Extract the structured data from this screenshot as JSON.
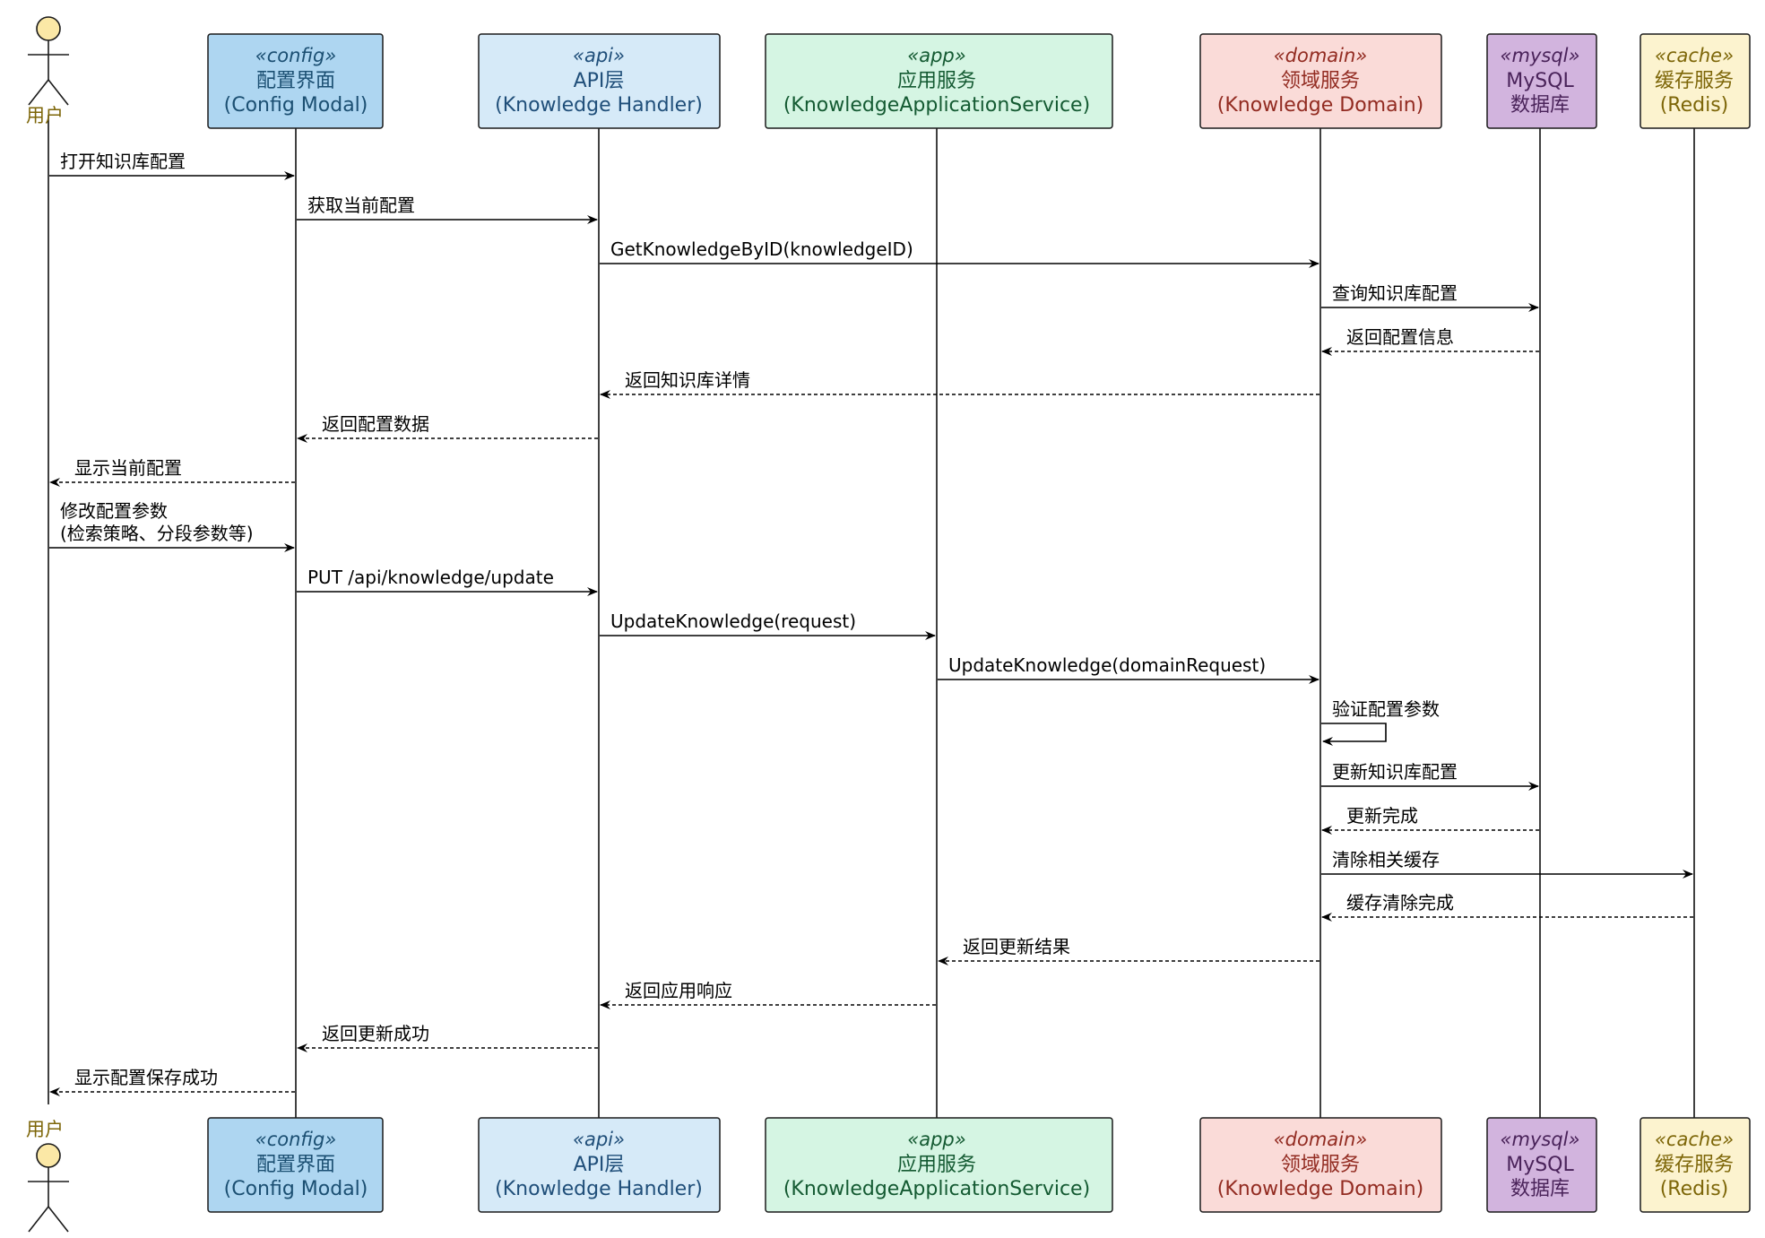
{
  "actor": {
    "label": "用户"
  },
  "participants": [
    {
      "id": "config",
      "stereotype": "«config»",
      "line1": "配置界面",
      "line2": "(Config Modal)",
      "fill": "#aed6f1",
      "text": "#1b4f72"
    },
    {
      "id": "api",
      "stereotype": "«api»",
      "line1": "API层",
      "line2": "(Knowledge Handler)",
      "fill": "#d6eaf8",
      "text": "#1f4e79"
    },
    {
      "id": "app",
      "stereotype": "«app»",
      "line1": "应用服务",
      "line2": "(KnowledgeApplicationService)",
      "fill": "#d5f5e3",
      "text": "#145a32"
    },
    {
      "id": "domain",
      "stereotype": "«domain»",
      "line1": "领域服务",
      "line2": "(Knowledge Domain)",
      "fill": "#fadbd8",
      "text": "#922b21"
    },
    {
      "id": "mysql",
      "stereotype": "«mysql»",
      "line1": "MySQL",
      "line2": "数据库",
      "fill": "#d2b4de",
      "text": "#4a235a"
    },
    {
      "id": "cache",
      "stereotype": "«cache»",
      "line1": "缓存服务",
      "line2": "(Redis)",
      "fill": "#fcf3cf",
      "text": "#7d6608"
    }
  ],
  "messages": [
    {
      "from": "user",
      "to": "config",
      "lines": [
        "打开知识库配置"
      ],
      "dashed": false
    },
    {
      "from": "config",
      "to": "api",
      "lines": [
        "获取当前配置"
      ],
      "dashed": false
    },
    {
      "from": "api",
      "to": "domain",
      "lines": [
        "GetKnowledgeByID(knowledgeID)"
      ],
      "dashed": false
    },
    {
      "from": "domain",
      "to": "mysql",
      "lines": [
        "查询知识库配置"
      ],
      "dashed": false
    },
    {
      "from": "mysql",
      "to": "domain",
      "lines": [
        "返回配置信息"
      ],
      "dashed": true
    },
    {
      "from": "domain",
      "to": "api",
      "lines": [
        "返回知识库详情"
      ],
      "dashed": true
    },
    {
      "from": "api",
      "to": "config",
      "lines": [
        "返回配置数据"
      ],
      "dashed": true
    },
    {
      "from": "config",
      "to": "user",
      "lines": [
        "显示当前配置"
      ],
      "dashed": true
    },
    {
      "from": "user",
      "to": "config",
      "lines": [
        "修改配置参数",
        "(检索策略、分段参数等)"
      ],
      "dashed": false
    },
    {
      "from": "config",
      "to": "api",
      "lines": [
        "PUT /api/knowledge/update"
      ],
      "dashed": false
    },
    {
      "from": "api",
      "to": "app",
      "lines": [
        "UpdateKnowledge(request)"
      ],
      "dashed": false
    },
    {
      "from": "app",
      "to": "domain",
      "lines": [
        "UpdateKnowledge(domainRequest)"
      ],
      "dashed": false
    },
    {
      "from": "domain",
      "to": "domain",
      "lines": [
        "验证配置参数"
      ],
      "dashed": false
    },
    {
      "from": "domain",
      "to": "mysql",
      "lines": [
        "更新知识库配置"
      ],
      "dashed": false
    },
    {
      "from": "mysql",
      "to": "domain",
      "lines": [
        "更新完成"
      ],
      "dashed": true
    },
    {
      "from": "domain",
      "to": "cache",
      "lines": [
        "清除相关缓存"
      ],
      "dashed": false
    },
    {
      "from": "cache",
      "to": "domain",
      "lines": [
        "缓存清除完成"
      ],
      "dashed": true
    },
    {
      "from": "domain",
      "to": "app",
      "lines": [
        "返回更新结果"
      ],
      "dashed": true
    },
    {
      "from": "app",
      "to": "api",
      "lines": [
        "返回应用响应"
      ],
      "dashed": true
    },
    {
      "from": "api",
      "to": "config",
      "lines": [
        "返回更新成功"
      ],
      "dashed": true
    },
    {
      "from": "config",
      "to": "user",
      "lines": [
        "显示配置保存成功"
      ],
      "dashed": true
    }
  ],
  "colors": {
    "actor_fill": "#fbe8a6",
    "actor_label": "#7d6608",
    "line": "#000000"
  }
}
